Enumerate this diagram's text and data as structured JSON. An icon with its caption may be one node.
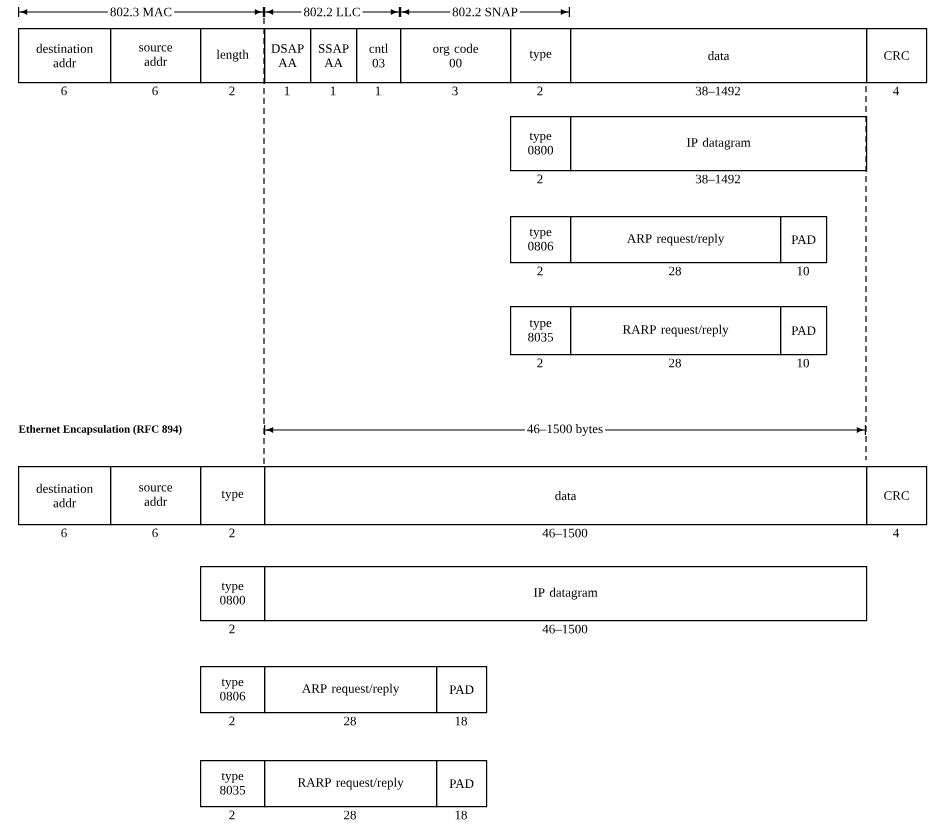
{
  "diagram": {
    "nodes": [
      {
        "text": [
          "destination addr"
        ],
        "beside": [
          "6"
        ]
      },
      {
        "text": [
          "source addr"
        ],
        "beside": [
          "6"
        ]
      },
      {
        "text": [
          "length"
        ],
        "beside": [
          "2"
        ]
      },
      {
        "text": [
          "DSAP",
          "AA"
        ],
        "beside": [
          "1"
        ]
      },
      {
        "text": [
          "SSAP",
          "AA"
        ],
        "beside": [
          "1"
        ]
      },
      {
        "text": [
          "cntl",
          "03"
        ],
        "beside": [
          "1"
        ]
      },
      {
        "text": [
          "org code",
          "00"
        ],
        "beside": [
          "3"
        ]
      },
      {
        "text": [
          "type"
        ],
        "beside": [
          "2"
        ]
      },
      {
        "text": [
          "data"
        ],
        "beside": [
          "38–1492"
        ]
      },
      {
        "text": [
          "CRC"
        ],
        "beside": [
          "4"
        ]
      },
      {
        "text": [
          "type",
          "0800"
        ],
        "beside": [
          "2"
        ]
      },
      {
        "text": [
          "IP datagram"
        ],
        "beside": [
          "38–1492"
        ]
      },
      {
        "text": [
          "type",
          "0806"
        ],
        "beside": [
          "2"
        ]
      },
      {
        "text": [
          "ARP request/reply"
        ],
        "beside": [
          "28"
        ]
      },
      {
        "text": [
          "PAD"
        ],
        "beside": [
          "10"
        ]
      },
      {
        "text": [
          "type",
          "8035"
        ],
        "beside": [
          "2"
        ]
      },
      {
        "text": [
          "RARP request/reply"
        ],
        "beside": [
          "28"
        ]
      },
      {
        "text": [
          "PAD"
        ],
        "beside": [
          "10"
        ]
      },
      {
        "text": [
          "destination addr"
        ],
        "beside": [
          "6"
        ]
      },
      {
        "text": [
          "source addr"
        ],
        "beside": [
          "6"
        ]
      },
      {
        "text": [
          "type"
        ],
        "beside": [
          "2"
        ]
      },
      {
        "text": [
          "data"
        ],
        "beside": [
          "46–1500"
        ]
      },
      {
        "text": [
          "CRC"
        ],
        "beside": [
          "4"
        ]
      },
      {
        "text": [
          "type",
          "0800"
        ],
        "beside": [
          "2"
        ]
      },
      {
        "text": [
          "IP datagram"
        ],
        "beside": [
          "46–1500"
        ]
      },
      {
        "text": [
          "type",
          "0806"
        ],
        "beside": [
          "2"
        ]
      },
      {
        "text": [
          "ARP request/reply"
        ],
        "beside": [
          "28"
        ]
      },
      {
        "text": [
          "PAD"
        ],
        "beside": [
          "18"
        ]
      },
      {
        "text": [
          "type",
          "8035"
        ],
        "beside": [
          "2"
        ]
      },
      {
        "text": [
          "RARP request/reply"
        ],
        "beside": [
          "28"
        ]
      },
      {
        "text": [
          "PAD"
        ],
        "beside": [
          "18"
        ]
      }
    ],
    "labels": [
      "802.3 MAC",
      "802.2 LLC",
      "802.2 SNAP",
      "Ethernet Encapsulation (RFC 894)",
      "46–1500 bytes"
    ]
  }
}
